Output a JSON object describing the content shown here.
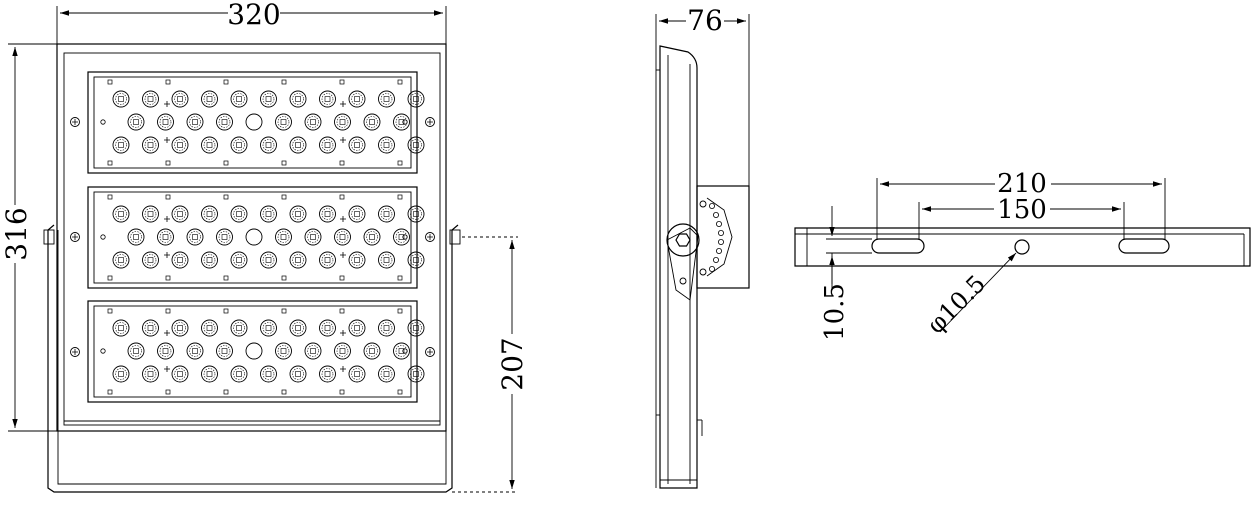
{
  "drawing": {
    "front_view": {
      "width_dim": "320",
      "height_dim": "316",
      "bracket_height_dim": "207",
      "modules": 3
    },
    "side_view": {
      "depth_dim": "76"
    },
    "bracket_view": {
      "outer_slot_dim": "210",
      "inner_slot_dim": "150",
      "slot_width_dim": "10.5",
      "hole_dim": "φ10.5"
    }
  }
}
